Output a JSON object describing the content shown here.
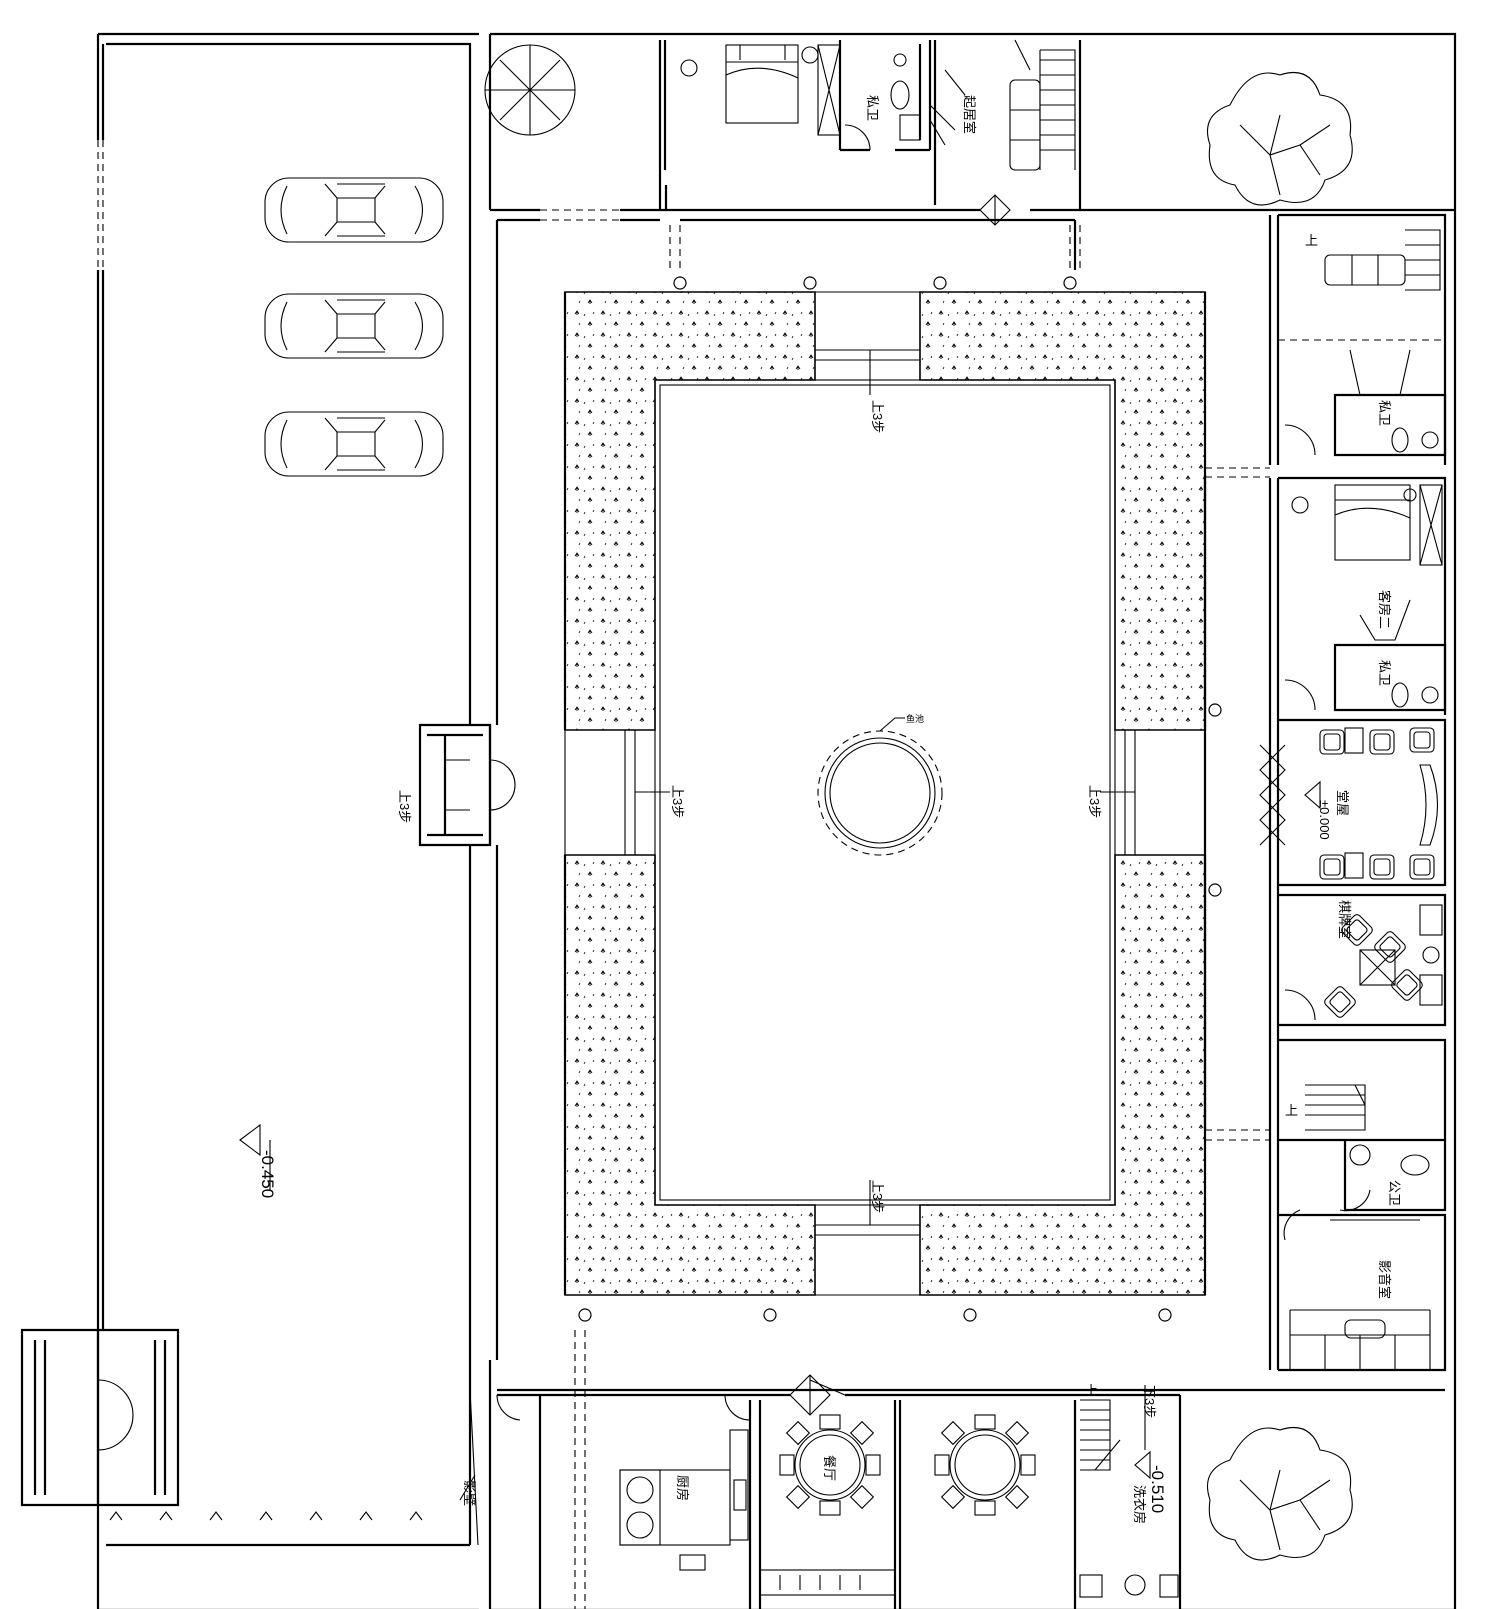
{
  "rooms": {
    "master_bedroom": "起居室",
    "bath_top": "私卫",
    "guest_bath_1": "私卫",
    "guest_room": "客房二",
    "guest_bath_2": "私卫",
    "hall": "堂屋",
    "chess_room": "棋牌室",
    "public_wc": "公卫",
    "theater": "影音室",
    "kitchen": "厨房",
    "dining": "餐厅",
    "laundry": "洗衣房",
    "screen_wall": "影壁"
  },
  "elevations": {
    "hall_level": "±0.000",
    "parking_level": "-0.450",
    "laundry_level": "-0.510"
  },
  "steps": {
    "north": "上3步",
    "west": "上3步",
    "east": "上3步",
    "south": "上3步",
    "entrance": "上3步",
    "laundry": "下3步"
  },
  "stairs": {
    "top": "上",
    "east_upper": "上",
    "east_lower": "上",
    "south": "上"
  },
  "well_label": "鱼池"
}
